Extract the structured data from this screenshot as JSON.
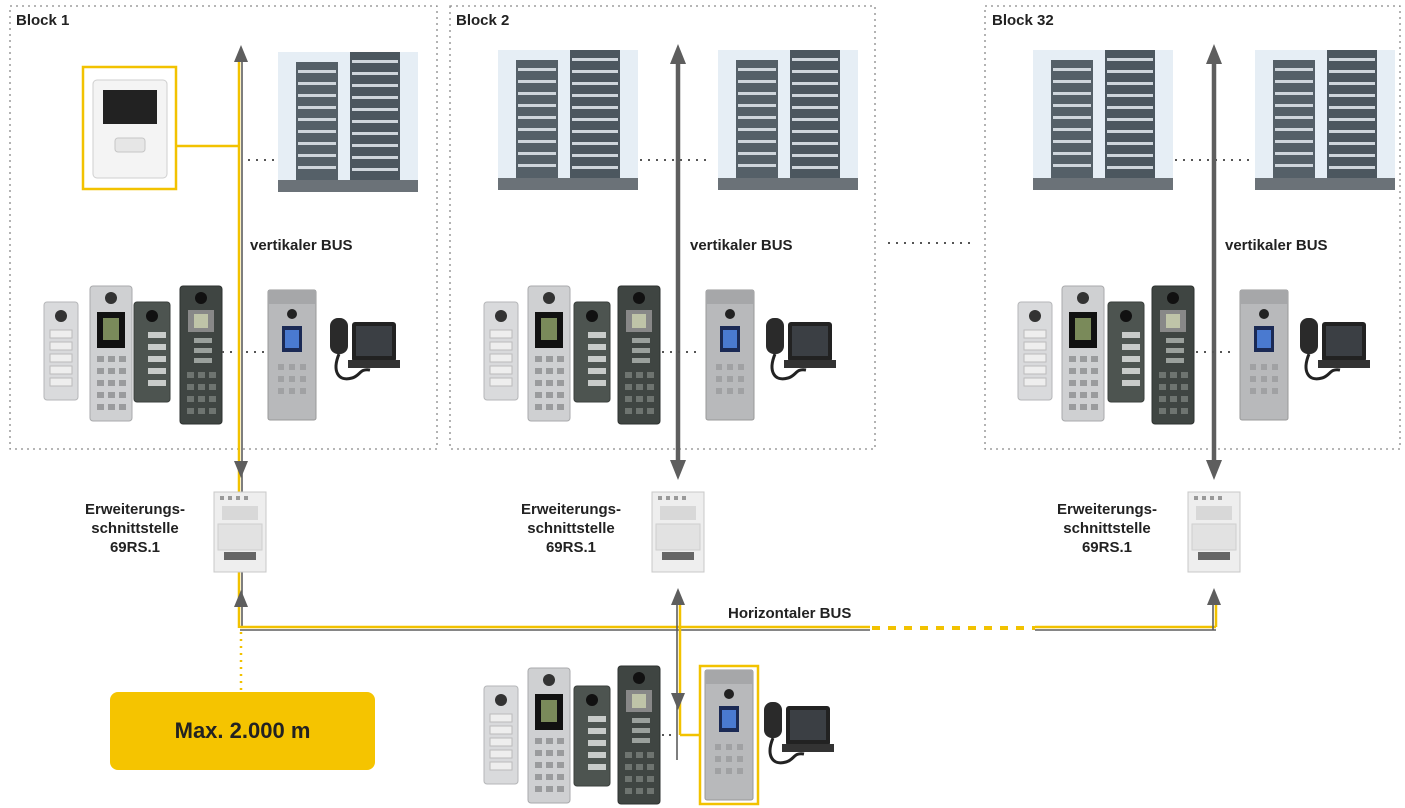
{
  "blocks": [
    {
      "label": "Block 1"
    },
    {
      "label": "Block 2"
    },
    {
      "label": "Block 32"
    }
  ],
  "bus": {
    "vertical_label": "vertikaler BUS",
    "horizontal_label": "Horizontaler BUS"
  },
  "interface": {
    "line1": "Erweiterungs-",
    "line2": "schnittstelle",
    "line3": "69RS.1"
  },
  "max_distance": "Max. 2.000 m",
  "colors": {
    "yellow_bus": "#f2c200",
    "gray_bus": "#5e5e5e",
    "dotted_border": "#8a8a8a",
    "label_box": "#f5c400"
  }
}
